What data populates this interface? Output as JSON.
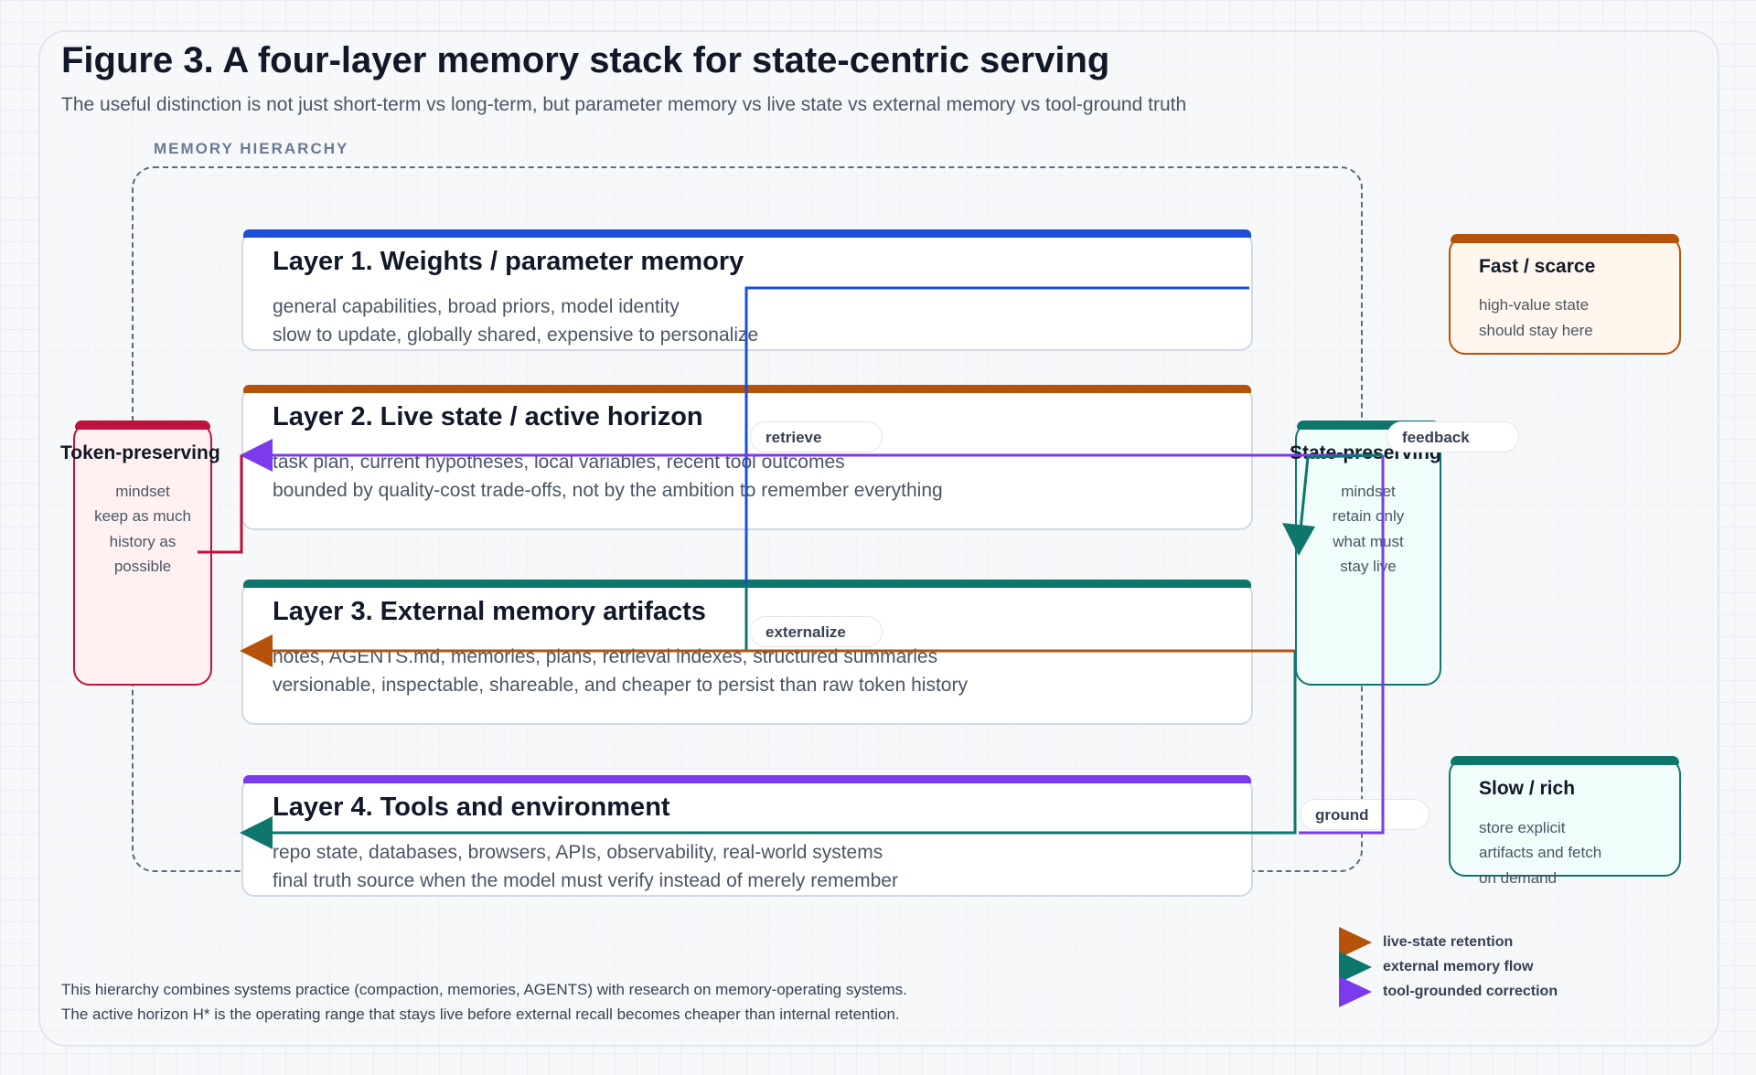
{
  "title": "Figure 3. A four-layer memory stack for state-centric serving",
  "subtitle": "The useful distinction is not just short-term vs long-term, but parameter memory vs live state vs external memory vs tool-ground truth",
  "section_label": "MEMORY HIERARCHY",
  "layers": [
    {
      "title": "Layer 1. Weights / parameter memory",
      "line1": "general capabilities, broad priors, model identity",
      "line2": "slow to update, globally shared, expensive to personalize",
      "color": "#1d4ed8"
    },
    {
      "title": "Layer 2. Live state / active horizon",
      "line1": "task plan, current hypotheses, local variables, recent tool outcomes",
      "line2": "bounded by quality-cost trade-offs, not by the ambition to remember everything",
      "color": "#b45309"
    },
    {
      "title": "Layer 3. External memory artifacts",
      "line1": "notes, AGENTS.md, memories, plans, retrieval indexes, structured summaries",
      "line2": "versionable, inspectable, shareable, and cheaper to persist than raw token history",
      "color": "#0f766e"
    },
    {
      "title": "Layer 4. Tools and environment",
      "line1": "repo state, databases, browsers, APIs, observability, real-world systems",
      "line2": "final truth source when the model must verify instead of merely remember",
      "color": "#7c3aed"
    }
  ],
  "token_preserving": {
    "title": "Token-preserving",
    "lines": [
      "mindset",
      "keep as much",
      "history as",
      "possible"
    ],
    "color": "#be123c"
  },
  "state_preserving": {
    "title": "State-preserving",
    "lines": [
      "mindset",
      "retain only",
      "what must",
      "stay live"
    ],
    "color": "#0f766e"
  },
  "fast_scarce": {
    "title": "Fast / scarce",
    "lines": [
      "high-value state",
      "should stay here"
    ],
    "color": "#b45309"
  },
  "slow_rich": {
    "title": "Slow / rich",
    "lines": [
      "store explicit",
      "artifacts and fetch",
      "on demand"
    ],
    "color": "#0f766e"
  },
  "flow_labels": {
    "retrieve": "retrieve",
    "feedback": "feedback",
    "externalize": "externalize",
    "ground": "ground"
  },
  "legend": [
    {
      "label": "live-state retention",
      "color": "#b45309"
    },
    {
      "label": "external memory flow",
      "color": "#0f766e"
    },
    {
      "label": "tool-grounded correction",
      "color": "#7c3aed"
    }
  ],
  "footnotes": [
    "This hierarchy combines systems practice (compaction, memories, AGENTS) with research on memory-operating systems.",
    "The active horizon H* is the operating range that stays live before external recall becomes cheaper than internal retention."
  ]
}
